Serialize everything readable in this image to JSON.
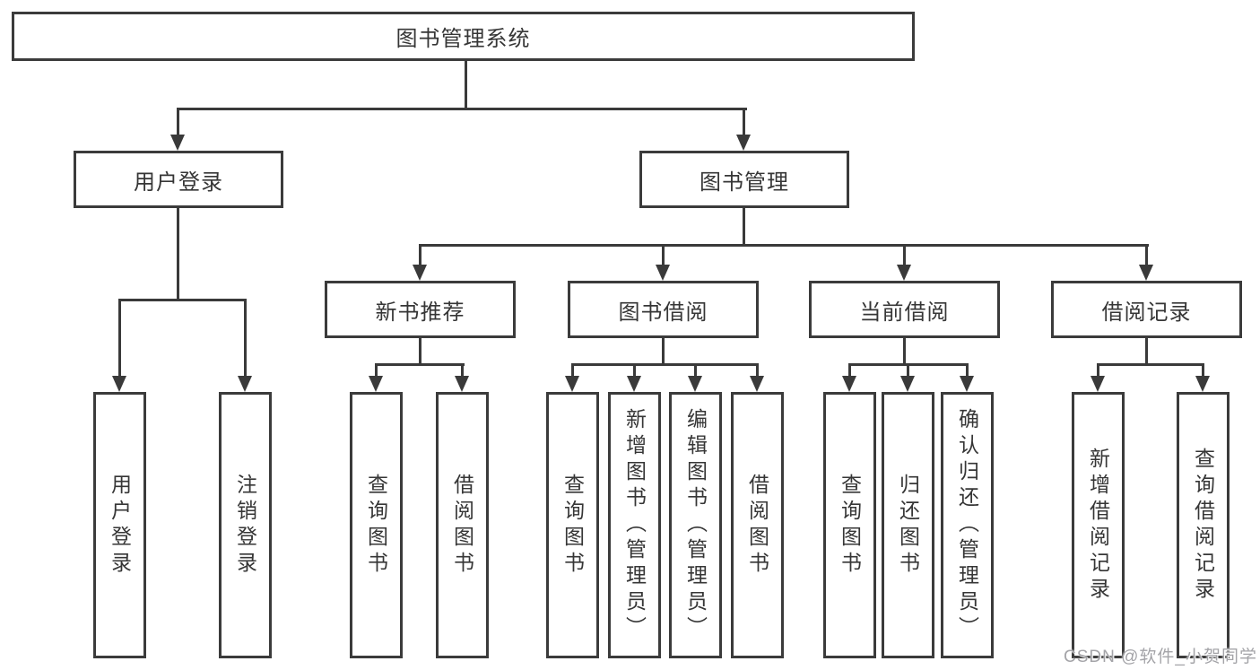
{
  "nodes": {
    "root": "图书管理系统",
    "user_branch": {
      "label": "用户登录",
      "children": [
        "用户登录",
        "注销登录"
      ]
    },
    "book_branch": {
      "label": "图书管理",
      "groups": [
        {
          "label": "新书推荐",
          "children": [
            "查询图书",
            "借阅图书"
          ]
        },
        {
          "label": "图书借阅",
          "children": [
            "查询图书",
            "新增图书（管理员）",
            "编辑图书（管理员）",
            "借阅图书"
          ]
        },
        {
          "label": "当前借阅",
          "children": [
            "查询图书",
            "归还图书",
            "确认归还（管理员）"
          ]
        },
        {
          "label": "借阅记录",
          "children": [
            "新增借阅记录",
            "查询借阅记录"
          ]
        }
      ]
    }
  },
  "watermark": "CSDN @软件_小贺同学",
  "colors": {
    "line": "#3a3a3a",
    "border": "#3b3b3b",
    "text": "#363636",
    "watermark": "#a4a4a8",
    "background": "#ffffff"
  }
}
